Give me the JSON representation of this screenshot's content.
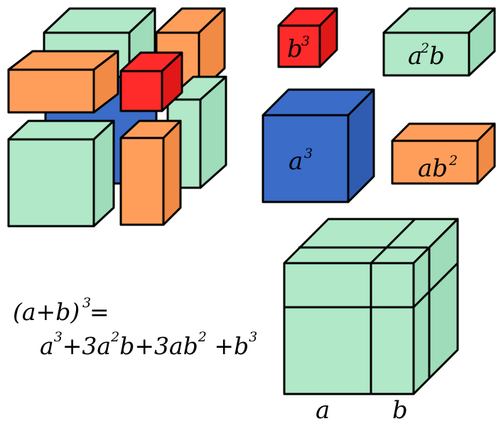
{
  "colors": {
    "green": "#b0e8c8",
    "orange": "#ff9e5a",
    "red": "#ff2a2a",
    "blue": "#3a6cc8",
    "edge": "#000000"
  },
  "labels": {
    "b_cubed": {
      "base": "b",
      "exp": "3"
    },
    "a2b": {
      "coef": "a",
      "exp": "2",
      "tail": "b"
    },
    "a_cubed": {
      "base": "a",
      "exp": "3"
    },
    "ab2": {
      "base": "ab",
      "exp": "2"
    },
    "axis_a": "a",
    "axis_b": "b"
  },
  "formula": {
    "line1": {
      "lhs": "(a+b)",
      "exp": "3",
      "rhs": " ="
    },
    "line2": [
      {
        "t": "a"
      },
      {
        "sup": "3"
      },
      {
        "t": "+3a"
      },
      {
        "sup": "2"
      },
      {
        "t": "b+3ab"
      },
      {
        "sup": "2"
      },
      {
        "t": " +b"
      },
      {
        "sup": "3"
      }
    ]
  }
}
